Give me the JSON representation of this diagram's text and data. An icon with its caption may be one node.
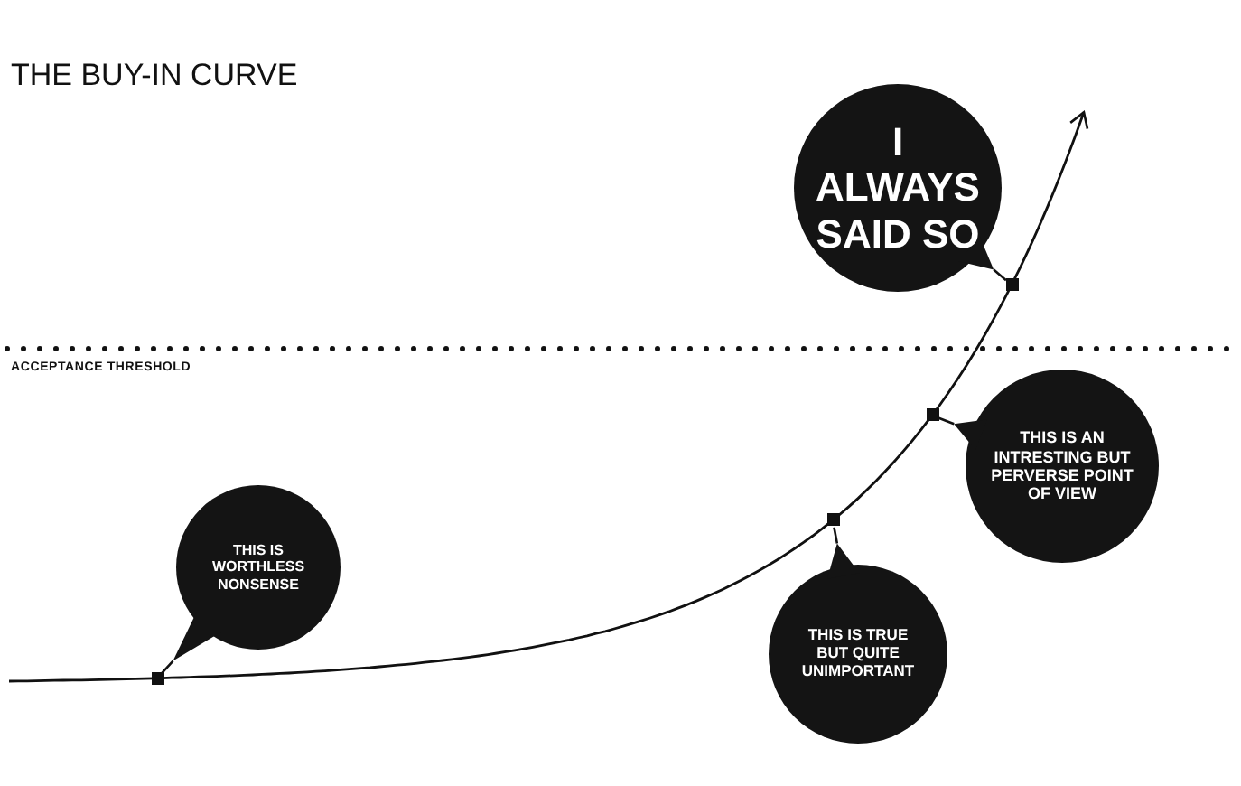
{
  "diagram": {
    "title": "THE BUY-IN CURVE",
    "nodes": [
      {
        "text": [
          "I ALWAYS SAID SO"
        ]
      },
      {
        "text": [],
        "shape": "box"
      },
      {
        "text": [
          "THIS IS AN INTRESTING BUT PERVERSE POINT OF VIEW"
        ]
      },
      {
        "text": [],
        "shape": "box"
      },
      {
        "text": [
          "THIS IS WORTHLESS NONSENSE"
        ]
      },
      {
        "text": [],
        "shape": "box"
      },
      {
        "text": [
          "THIS IS TRUE BUT QUITE UNIMPORTANT"
        ]
      },
      {
        "text": [],
        "shape": "box"
      }
    ],
    "edges": [
      {
        "from": 0,
        "to": 1,
        "arrow": "none"
      },
      {
        "from": 2,
        "to": 3,
        "arrow": "none"
      },
      {
        "from": 4,
        "to": 5,
        "arrow": "none"
      },
      {
        "from": 6,
        "to": 7,
        "arrow": "none"
      }
    ],
    "labels": [
      "ACCEPTANCE THRESHOLD"
    ]
  }
}
